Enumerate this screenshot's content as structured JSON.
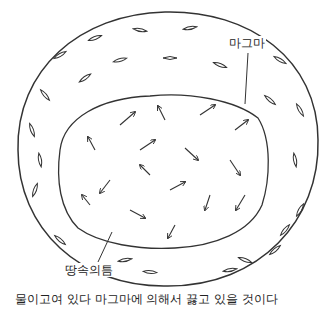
{
  "diagram": {
    "labels": [
      "마그마",
      "땅속의틈",
      "물이고여 있다 마그마에 의해서 끓고 있을 것이다"
    ]
  }
}
